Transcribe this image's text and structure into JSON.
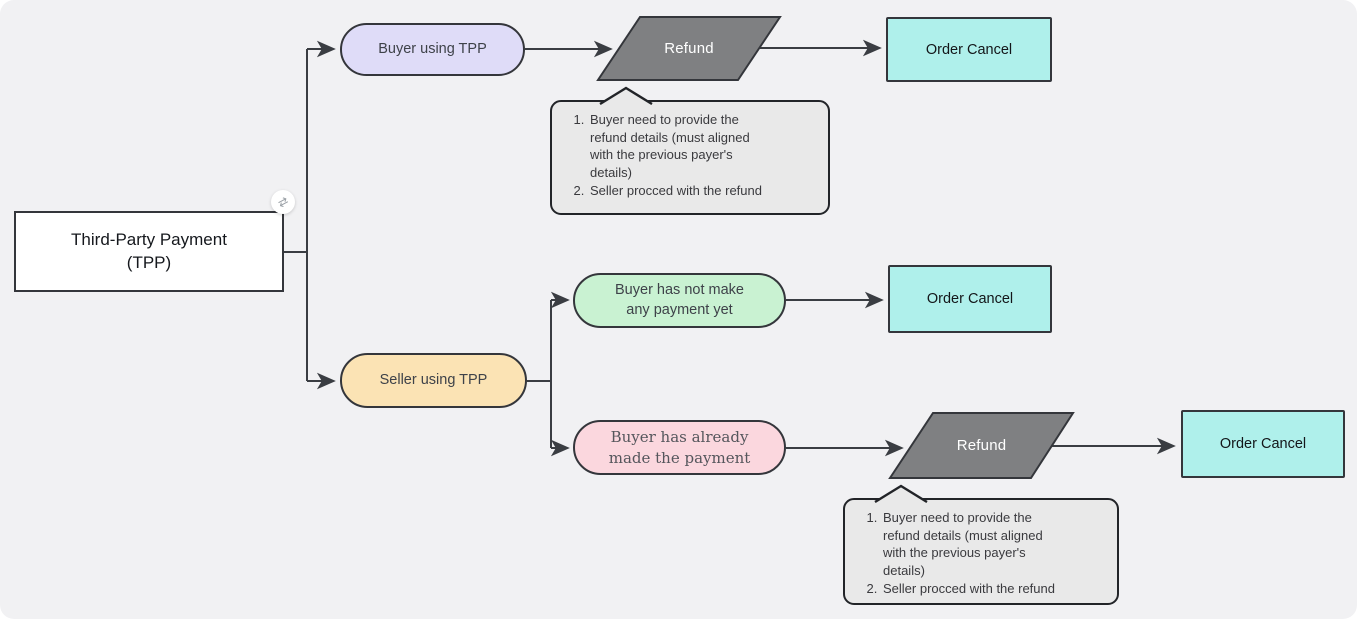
{
  "canvas": {
    "background": "#F1F1F3",
    "edge_color": "#3a3d42"
  },
  "badge": {
    "icon_name": "branch-toggle-icon",
    "glyph": "⇄"
  },
  "root": {
    "label": "Third-Party Payment (TPP)",
    "fill": "#FFFFFF"
  },
  "branch_buyer": {
    "label": "Buyer using TPP",
    "fill": "#DFDCF8"
  },
  "refund_top": {
    "label": "Refund",
    "fill": "#7F8082"
  },
  "order_cancel_top": {
    "label": "Order Cancel",
    "fill": "#AFF0EB"
  },
  "note_top": {
    "fill": "#E9E9E9",
    "item1": "Buyer need to provide the refund details (must aligned with the previous payer's details)",
    "item2": "Seller procced with the refund"
  },
  "branch_seller": {
    "label": "Seller using TPP",
    "fill": "#FBE3B4"
  },
  "no_payment": {
    "label": "Buyer has not make any payment yet",
    "fill": "#C9F2D2"
  },
  "order_cancel_mid": {
    "label": "Order Cancel",
    "fill": "#AFF0EB"
  },
  "paid": {
    "label": "Buyer has already made the payment",
    "fill": "#FBD7DE"
  },
  "refund_bottom": {
    "label": "Refund",
    "fill": "#7F8082"
  },
  "order_cancel_bottom": {
    "label": "Order Cancel",
    "fill": "#AFF0EB"
  },
  "note_bottom": {
    "fill": "#E9E9E9",
    "item1": "Buyer need to provide the refund details (must aligned with the previous payer's details)",
    "item2": "Seller procced with the refund"
  }
}
